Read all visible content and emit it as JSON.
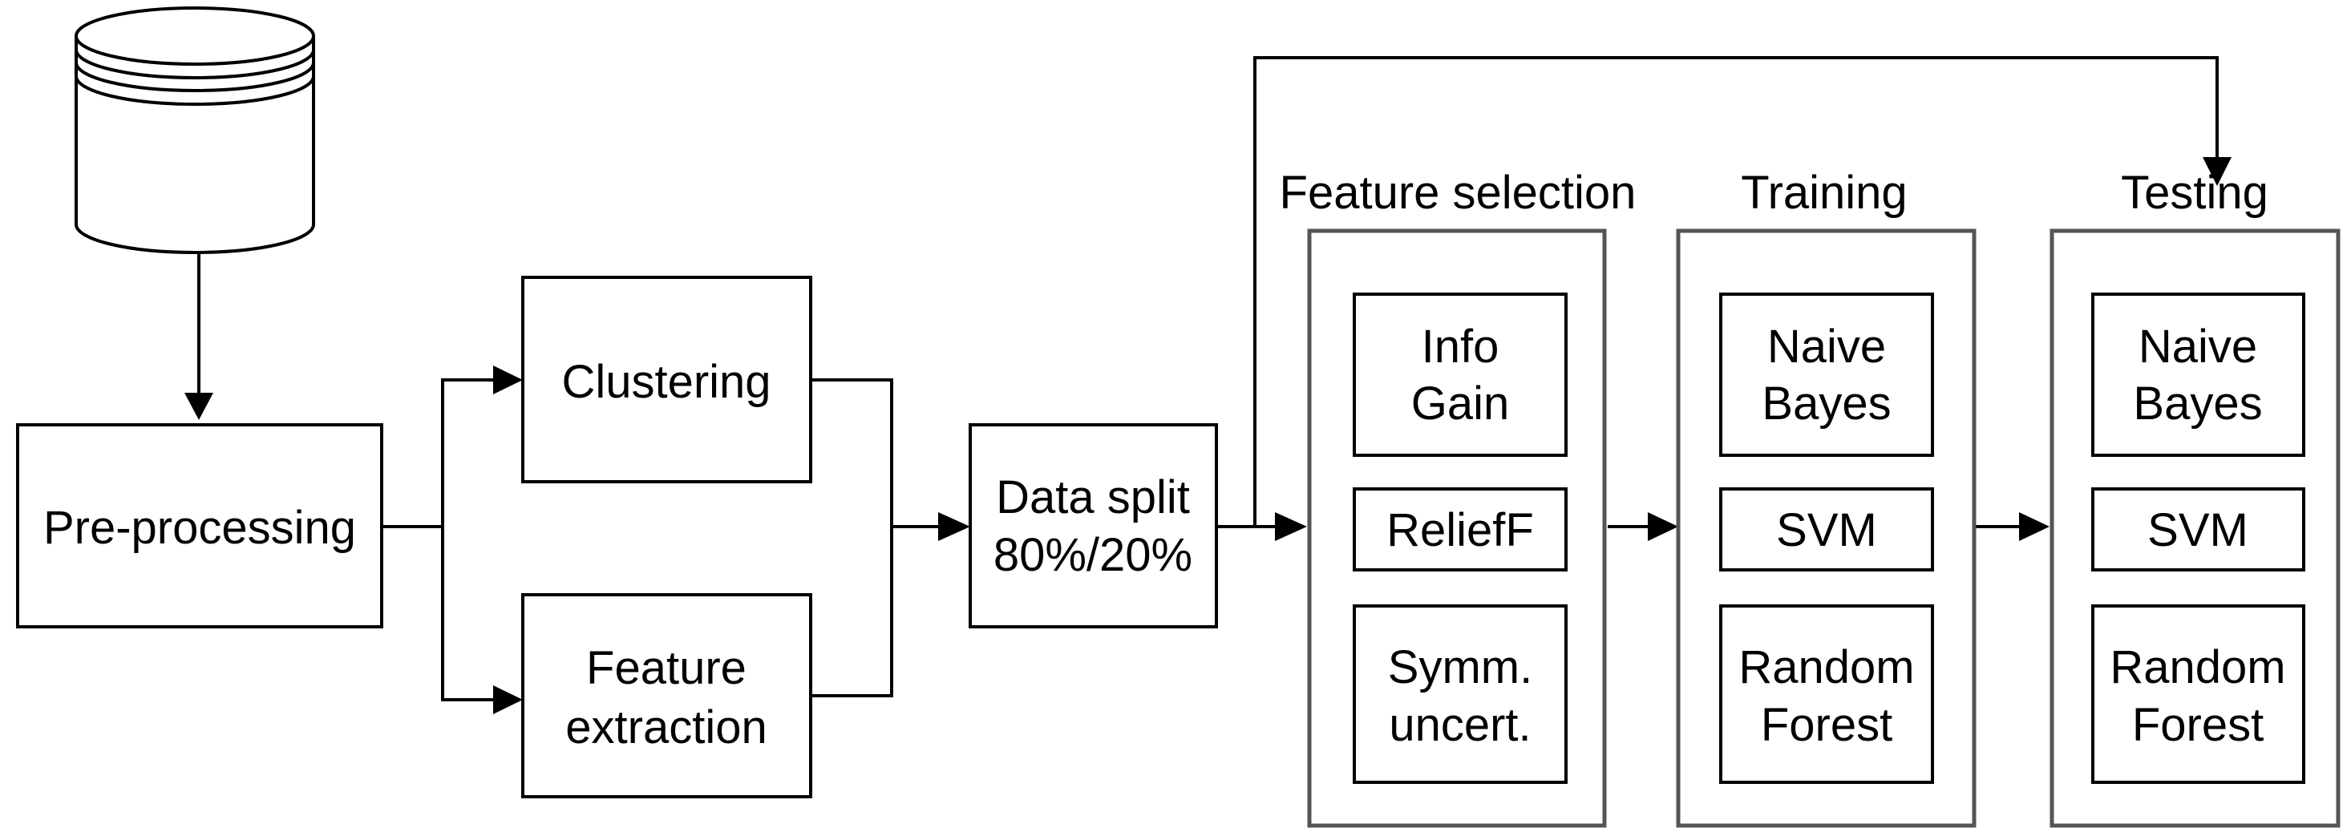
{
  "database": {
    "icon": "database-icon"
  },
  "preprocessing": {
    "label": "Pre-processing"
  },
  "clustering": {
    "label": "Clustering"
  },
  "feature_extraction": {
    "line1": "Feature",
    "line2": "extraction"
  },
  "data_split": {
    "line1": "Data split",
    "line2": "80%/20%"
  },
  "feature_selection": {
    "title": "Feature selection",
    "methods": [
      {
        "line1": "Info",
        "line2": "Gain"
      },
      {
        "line1": "ReliefF"
      },
      {
        "line1": "Symm.",
        "line2": "uncert."
      }
    ]
  },
  "training": {
    "title": "Training",
    "models": [
      {
        "line1": "Naive",
        "line2": "Bayes"
      },
      {
        "line1": "SVM"
      },
      {
        "line1": "Random",
        "line2": "Forest"
      }
    ]
  },
  "testing": {
    "title": "Testing",
    "models": [
      {
        "line1": "Naive",
        "line2": "Bayes"
      },
      {
        "line1": "SVM"
      },
      {
        "line1": "Random",
        "line2": "Forest"
      }
    ]
  },
  "colors": {
    "stroke": "#000000",
    "group_border": "#555555",
    "background": "#ffffff"
  }
}
